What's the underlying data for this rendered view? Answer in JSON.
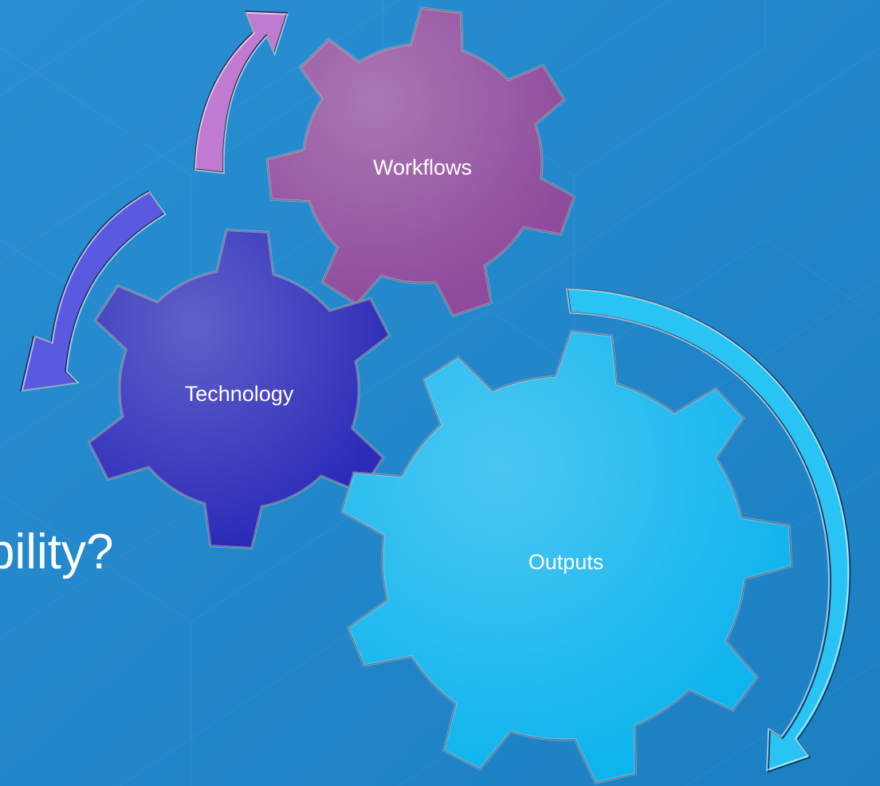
{
  "slide": {
    "partial_title": "bility?"
  },
  "gears": {
    "workflows": {
      "label": "Workflows",
      "color": "#8e4a9b"
    },
    "technology": {
      "label": "Technology",
      "color": "#2c2bb8"
    },
    "outputs": {
      "label": "Outputs",
      "color": "#0fb4ee"
    }
  },
  "colors": {
    "background": "#1e88cc",
    "arrow_workflows": "#c07ad0",
    "arrow_technology": "#5a5ae0",
    "arrow_outputs": "#29c4f4"
  }
}
